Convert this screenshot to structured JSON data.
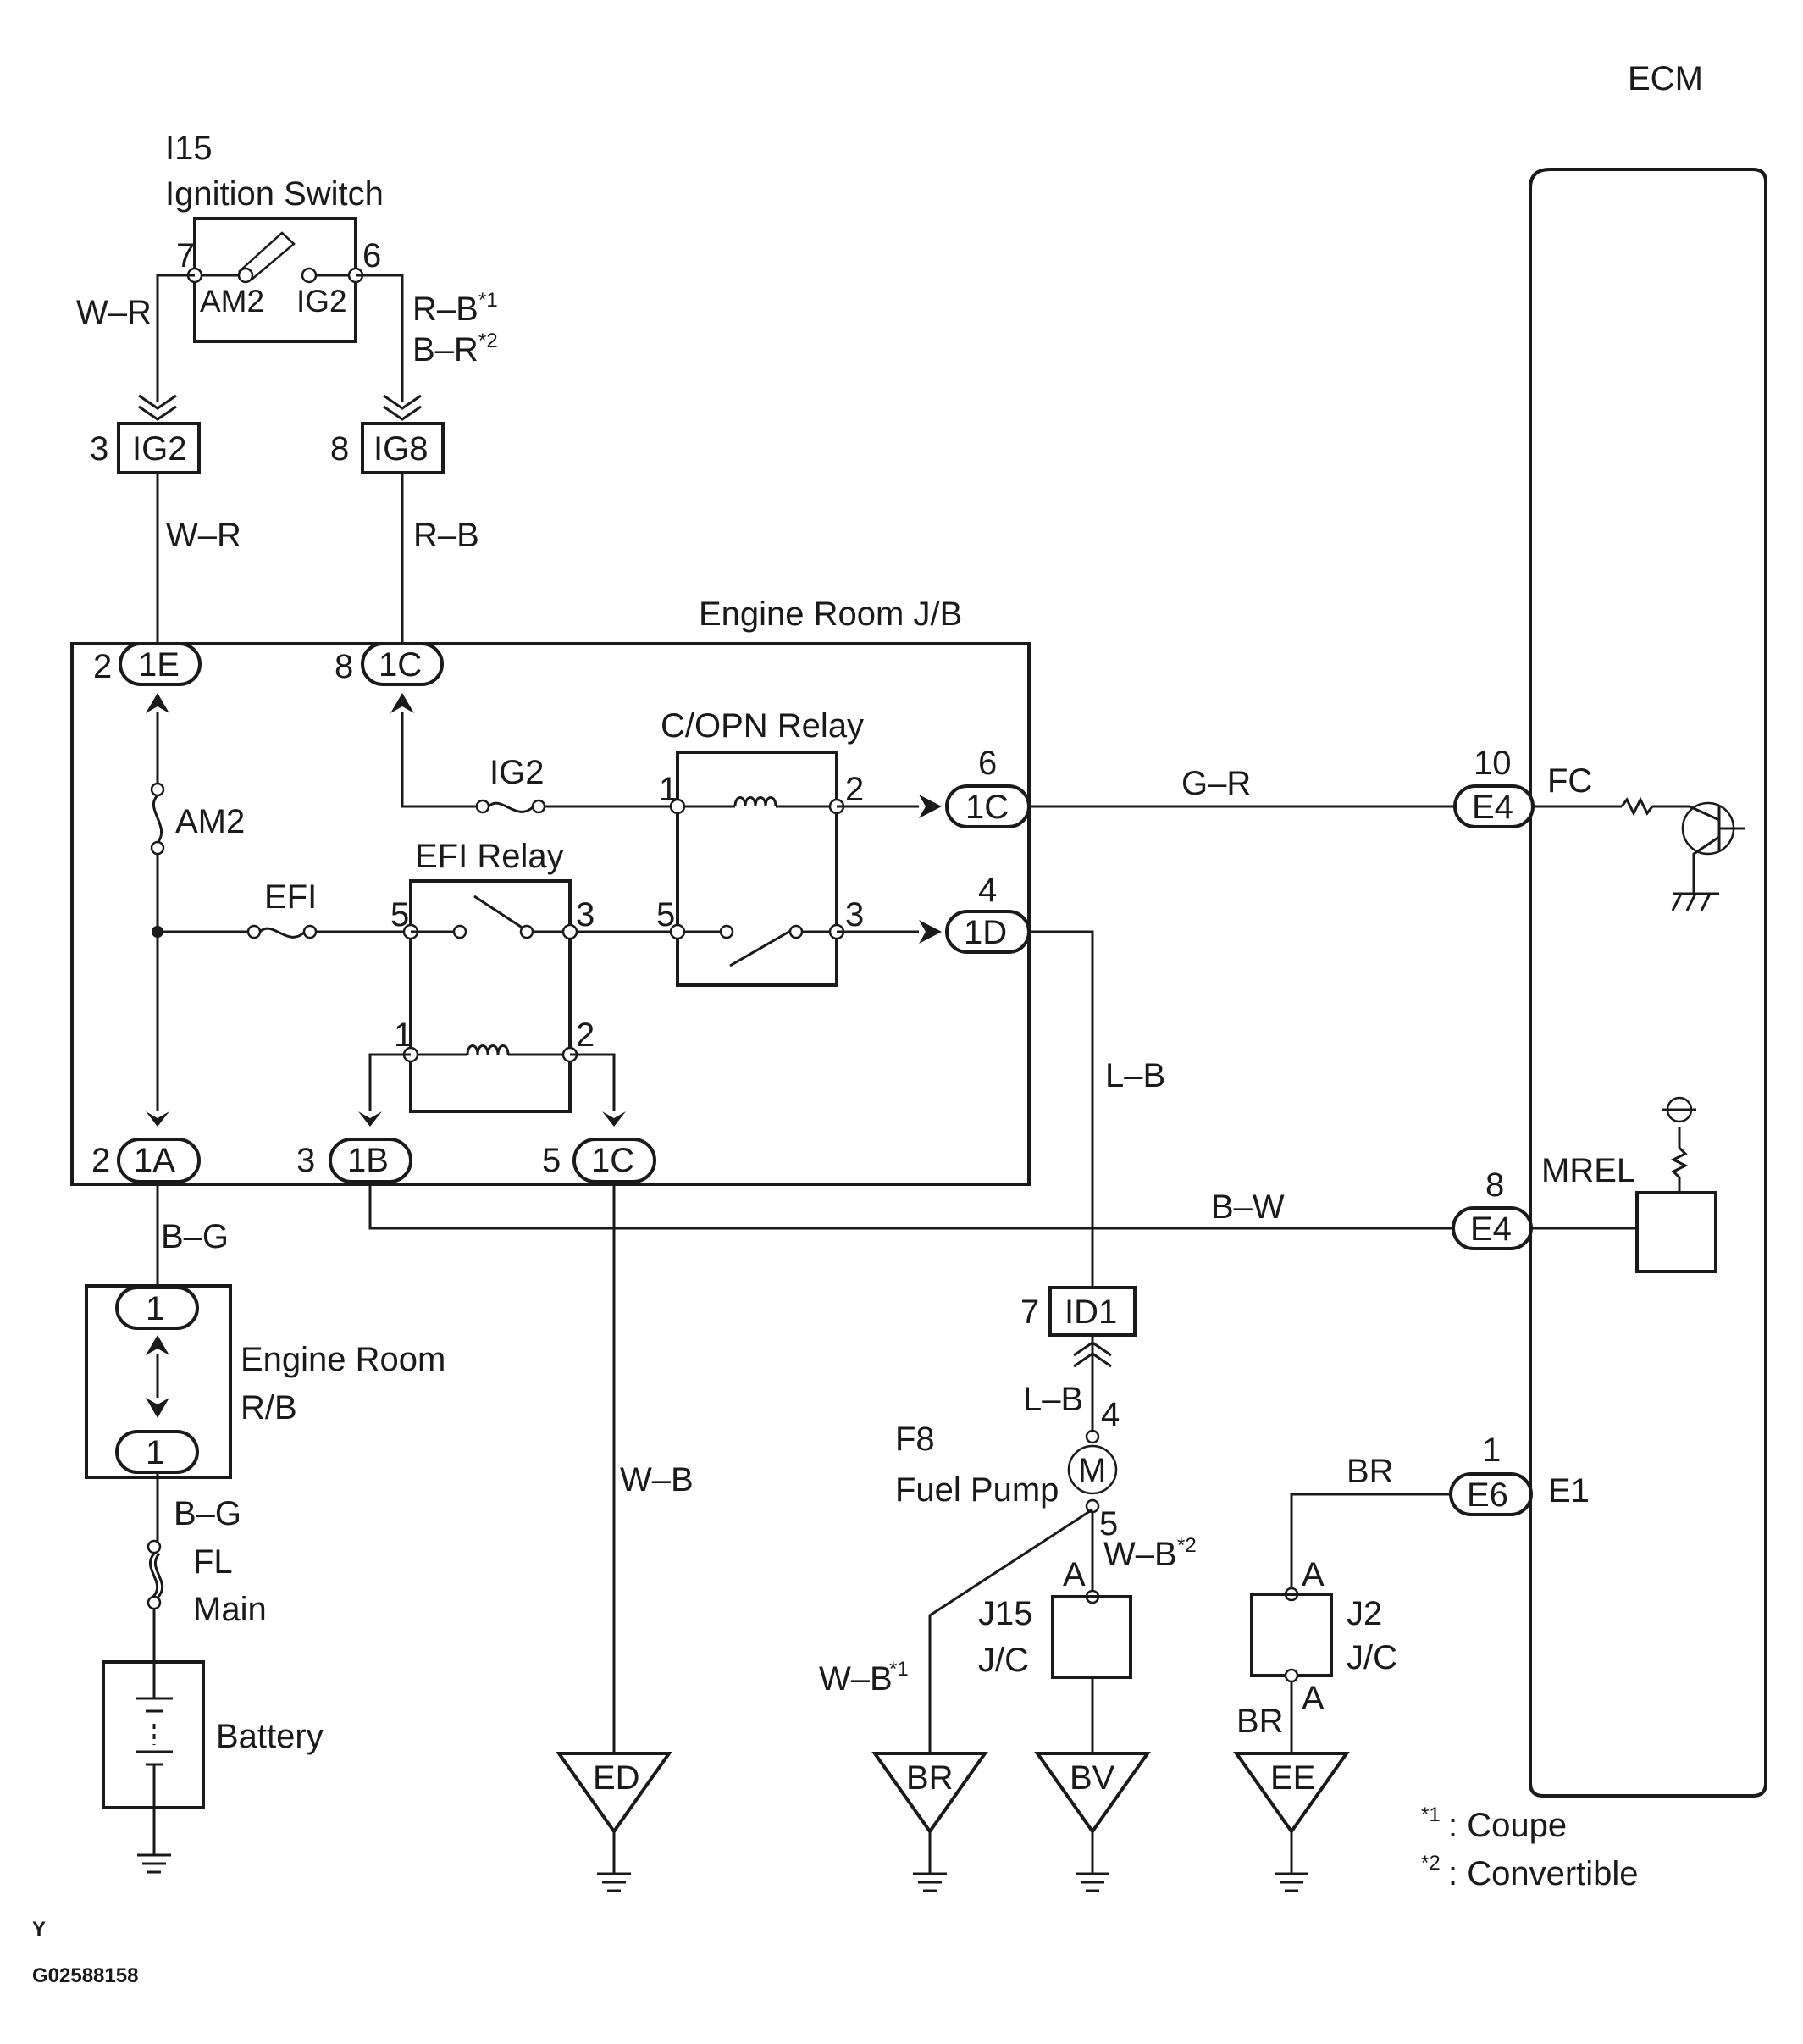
{
  "components": {
    "ecm": "ECM",
    "ignition_switch_code": "I15",
    "ignition_switch_name": "Ignition Switch",
    "engine_room_jb": "Engine Room J/B",
    "copn_relay": "C/OPN Relay",
    "efi_relay": "EFI Relay",
    "engine_room_rb_line1": "Engine Room",
    "engine_room_rb_line2": "R/B",
    "fuel_pump_code": "F8",
    "fuel_pump_name": "Fuel Pump",
    "motor_symbol": "M",
    "battery": "Battery",
    "fl_main_line1": "FL",
    "fl_main_line2": "Main",
    "j15": "J15",
    "j15_jc": "J/C",
    "j2": "J2",
    "j2_jc": "J/C"
  },
  "switch_terminals": {
    "am2": "AM2",
    "ig2": "IG2",
    "left_pin": "7",
    "right_pin": "6"
  },
  "fuses": {
    "am2": "AM2",
    "efi": "EFI",
    "ig2": "IG2"
  },
  "connectors": {
    "ig2_pin": "3",
    "ig2": "IG2",
    "ig8_pin": "8",
    "ig8": "IG8",
    "jb_1e_pin": "2",
    "jb_1e": "1E",
    "jb_1c_top_pin": "8",
    "jb_1c_top": "1C",
    "jb_1c_right_pin": "6",
    "jb_1c_right": "1C",
    "jb_1d_pin": "4",
    "jb_1d": "1D",
    "jb_1a_pin": "2",
    "jb_1a": "1A",
    "jb_1b_pin": "3",
    "jb_1b": "1B",
    "jb_1c_bottom_pin": "5",
    "jb_1c_bottom": "1C",
    "rb_top": "1",
    "rb_bottom": "1",
    "id1_pin": "7",
    "id1": "ID1",
    "ecm_fc_pin": "10",
    "ecm_fc_conn": "E4",
    "ecm_fc": "FC",
    "ecm_mrel_pin": "8",
    "ecm_mrel_conn": "E4",
    "ecm_mrel": "MREL",
    "ecm_e1_pin": "1",
    "ecm_e1_conn": "E6",
    "ecm_e1": "E1",
    "pump_pin_top": "4",
    "pump_pin_bottom": "5",
    "j15_a": "A",
    "j2_a_top": "A",
    "j2_a_bottom": "A"
  },
  "relay_pins": {
    "copn_1": "1",
    "copn_2": "2",
    "copn_5": "5",
    "copn_3": "3",
    "efi_5": "5",
    "efi_3": "3",
    "efi_1": "1",
    "efi_2": "2"
  },
  "wires": {
    "w_r_top": "W–R",
    "r_b_top": "R–B",
    "r_b_sup": "*1",
    "b_r": "B–R",
    "b_r_sup": "*2",
    "w_r_mid": "W–R",
    "r_b_mid": "R–B",
    "g_r": "G–R",
    "l_b_mid": "L–B",
    "b_w": "B–W",
    "b_g_top": "B–G",
    "b_g_bottom": "B–G",
    "w_b_ed": "W–B",
    "l_b_pump": "L–B",
    "w_b_2": "W–B",
    "w_b_2_sup": "*2",
    "w_b_1": "W–B",
    "w_b_1_sup": "*1",
    "br_top": "BR",
    "br_bottom": "BR"
  },
  "grounds": {
    "ed": "ED",
    "br": "BR",
    "bv": "BV",
    "ee": "EE"
  },
  "notes": {
    "coupe_mark": "*1",
    "coupe": ": Coupe",
    "convertible_mark": "*2",
    "convertible": ": Convertible"
  },
  "figure_code": "G02588158",
  "corner_mark": "Y"
}
